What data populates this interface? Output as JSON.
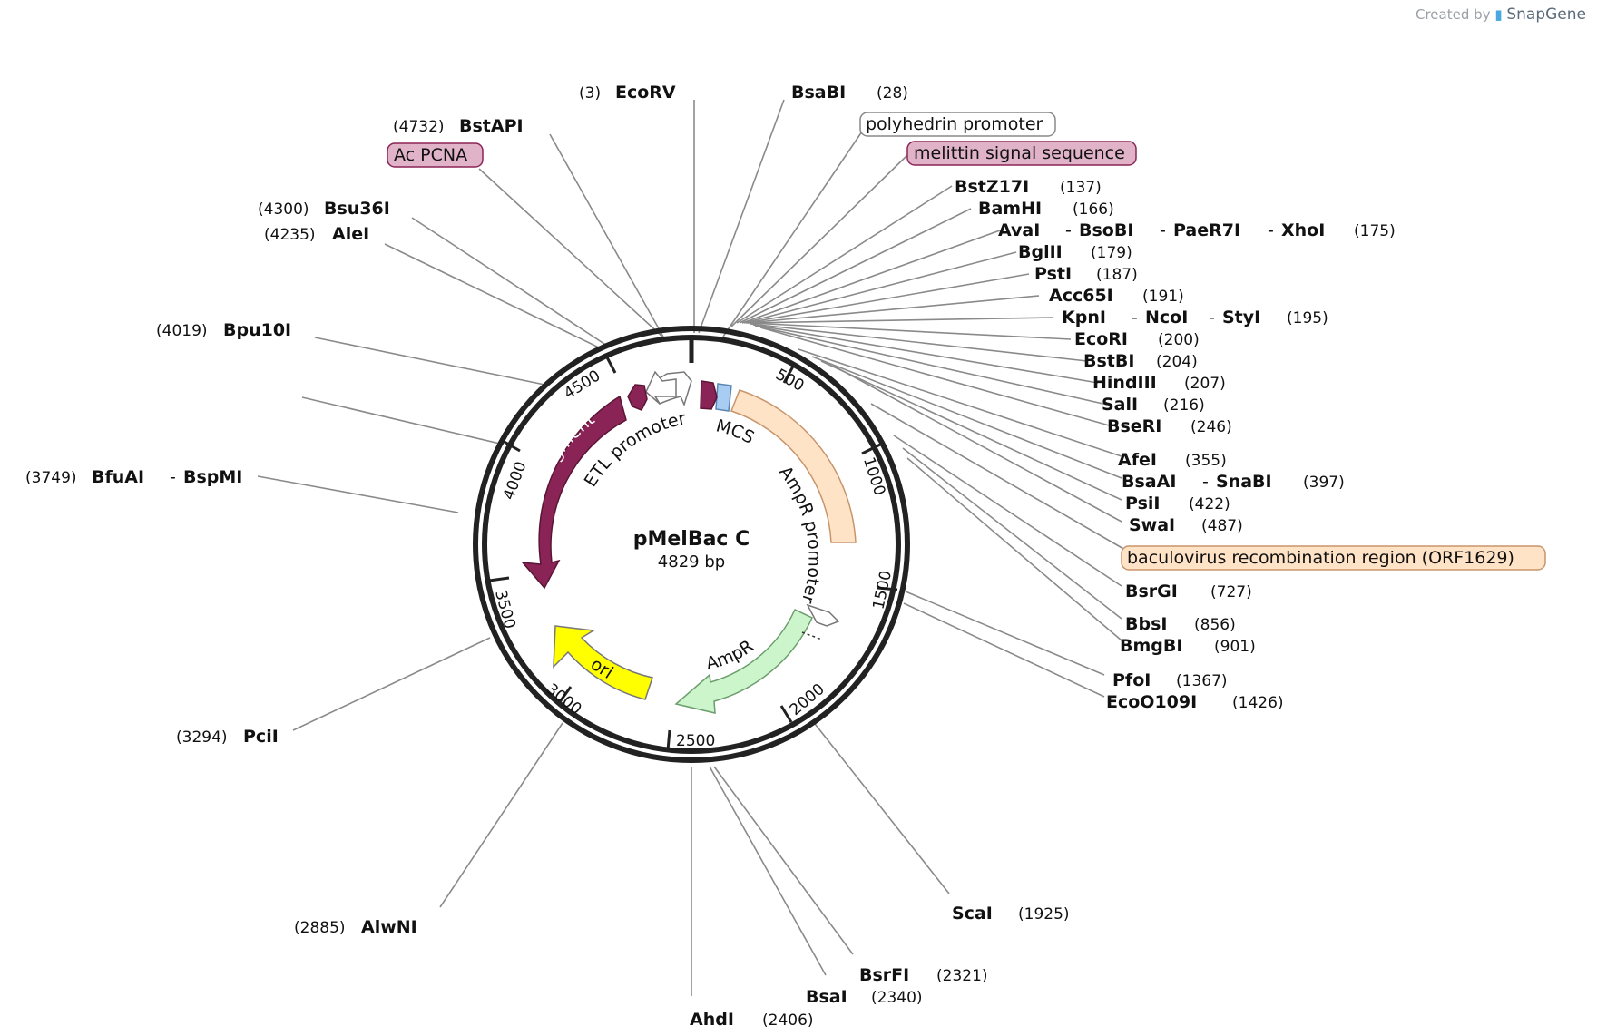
{
  "credit": {
    "prefix": "Created by",
    "brand": "SnapGene"
  },
  "plasmid": {
    "name": "pMelBac C",
    "length": "4829 bp"
  },
  "ticks": [
    "500",
    "1000",
    "1500",
    "2000",
    "2500",
    "3000",
    "3500",
    "4000",
    "4500"
  ],
  "features": [
    {
      "name": "Ac PCNA",
      "color": "#e0b3c8",
      "border": "#8b2456"
    },
    {
      "name": "polyhedrin promoter",
      "color": "#ffffff",
      "border": "#888888"
    },
    {
      "name": "melittin signal sequence",
      "color": "#e0b3c8",
      "border": "#8b2456"
    },
    {
      "name": "baculovirus recombination region (ORF1629)",
      "color": "#ffe3c7",
      "border": "#c8956b"
    }
  ],
  "inner_labels": {
    "lacz": "5' lacZ fragment",
    "etl": "ETL promoter",
    "mcs": "MCS",
    "ampr_promoter": "AmpR promoter",
    "ampr": "AmpR",
    "ori": "ori"
  },
  "sites": [
    {
      "name": "EcoRV",
      "pos": "(3)"
    },
    {
      "name": "BsaBI",
      "pos": "(28)"
    },
    {
      "name": "BstAPI",
      "pos": "(4732)"
    },
    {
      "name": "Bsu36I",
      "pos": "(4300)"
    },
    {
      "name": "AleI",
      "pos": "(4235)"
    },
    {
      "name": "Bpu10I",
      "pos": "(4019)"
    },
    {
      "name": "BfuAI",
      "name2": "BspMI",
      "pos": "(3749)"
    },
    {
      "name": "PciI",
      "pos": "(3294)"
    },
    {
      "name": "AlwNI",
      "pos": "(2885)"
    },
    {
      "name": "AhdI",
      "pos": "(2406)"
    },
    {
      "name": "BsaI",
      "pos": "(2340)"
    },
    {
      "name": "BsrFI",
      "pos": "(2321)"
    },
    {
      "name": "ScaI",
      "pos": "(1925)"
    },
    {
      "name": "BstZ17I",
      "pos": "(137)"
    },
    {
      "name": "BamHI",
      "pos": "(166)"
    },
    {
      "name": "AvaI",
      "name2": "BsoBI",
      "name3": "PaeR7I",
      "name4": "XhoI",
      "pos": "(175)"
    },
    {
      "name": "BglII",
      "pos": "(179)"
    },
    {
      "name": "PstI",
      "pos": "(187)"
    },
    {
      "name": "Acc65I",
      "pos": "(191)"
    },
    {
      "name": "KpnI",
      "name2": "NcoI",
      "name3": "StyI",
      "pos": "(195)"
    },
    {
      "name": "EcoRI",
      "pos": "(200)"
    },
    {
      "name": "BstBI",
      "pos": "(204)"
    },
    {
      "name": "HindIII",
      "pos": "(207)"
    },
    {
      "name": "SalI",
      "pos": "(216)"
    },
    {
      "name": "BseRI",
      "pos": "(246)"
    },
    {
      "name": "AfeI",
      "pos": "(355)"
    },
    {
      "name": "BsaAI",
      "name2": "SnaBI",
      "pos": "(397)"
    },
    {
      "name": "PsiI",
      "pos": "(422)"
    },
    {
      "name": "SwaI",
      "pos": "(487)"
    },
    {
      "name": "BsrGI",
      "pos": "(727)"
    },
    {
      "name": "BbsI",
      "pos": "(856)"
    },
    {
      "name": "BmgBI",
      "pos": "(901)"
    },
    {
      "name": "PfoI",
      "pos": "(1367)"
    },
    {
      "name": "EcoO109I",
      "pos": "(1426)"
    }
  ],
  "colors": {
    "backbone": "#222222",
    "lacz": "#8b2456",
    "ori": "#ffff00",
    "ampr": "#ccf5cc",
    "orf1629": "#ffe3c7",
    "mcs": "#a9cdf2",
    "leader": "#8a8a8a"
  }
}
